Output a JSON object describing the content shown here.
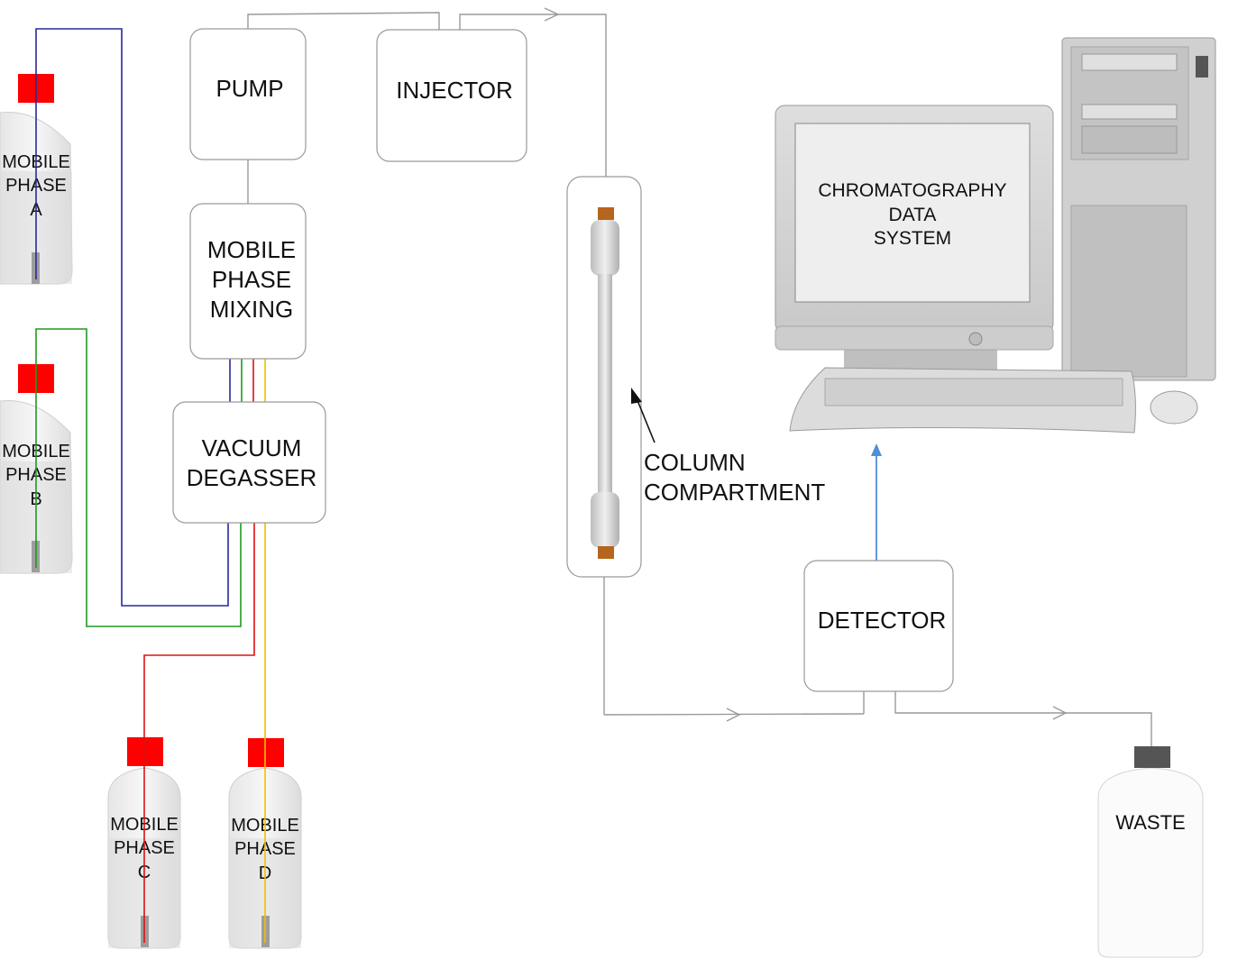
{
  "labels": {
    "pump": "PUMP",
    "injector": "INJECTOR",
    "mixing": [
      "MOBILE",
      "PHASE",
      "MIXING"
    ],
    "degasser": [
      "VACUUM",
      "DEGASSER"
    ],
    "column": [
      "COLUMN",
      "COMPARTMENT"
    ],
    "detector": "DETECTOR",
    "cds": [
      "CHROMATOGRAPHY",
      "DATA",
      "SYSTEM"
    ],
    "waste": "WASTE"
  },
  "bottles": [
    {
      "lines": [
        "MOBILE",
        "PHASE",
        "A"
      ],
      "line_color": "#2a2a9a"
    },
    {
      "lines": [
        "MOBILE",
        "PHASE",
        "B"
      ],
      "line_color": "#1f9a1f"
    },
    {
      "lines": [
        "MOBILE",
        "PHASE",
        "C"
      ],
      "line_color": "#e01010"
    },
    {
      "lines": [
        "MOBILE",
        "PHASE",
        "D"
      ],
      "line_color": "#f0c000"
    }
  ],
  "colors": {
    "cap": "#ff0000",
    "waste_cap": "#555555",
    "signal_arrow": "#4f8fd6",
    "flow_line": "#9a9a9a",
    "column_fitting": "#b5651d"
  }
}
